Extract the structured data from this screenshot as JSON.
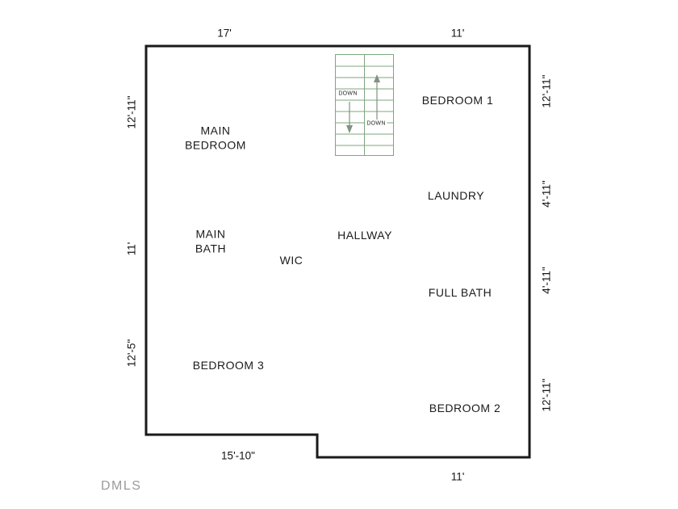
{
  "watermark": "DMLS",
  "colors": {
    "wall": "#1a1a1a",
    "stair_line": "#7da77d",
    "dimension_text": "#141414",
    "room_text": "#1b1b1b",
    "watermark": "#9b9b9b"
  },
  "rooms": {
    "main_bedroom": "MAIN\nBEDROOM",
    "bedroom_1": "BEDROOM 1",
    "laundry": "LAUNDRY",
    "main_bath": "MAIN\nBATH",
    "hallway": "HALLWAY",
    "wic": "WIC",
    "full_bath": "FULL BATH",
    "bedroom_3": "BEDROOM 3",
    "bedroom_2": "BEDROOM 2"
  },
  "stairs": {
    "down_label_1": "DOWN",
    "down_label_2": "DOWN"
  },
  "dimensions": {
    "top_left": "17'",
    "top_right": "11'",
    "left_top": "12'-11\"",
    "left_middle": "11'",
    "left_bottom": "12'-5\"",
    "right_top": "12'-11\"",
    "right_upper_mid": "4'-11\"",
    "right_lower_mid": "4'-11\"",
    "right_bottom": "12'-11\"",
    "bottom_left": "15'-10\"",
    "bottom_right": "11'"
  }
}
